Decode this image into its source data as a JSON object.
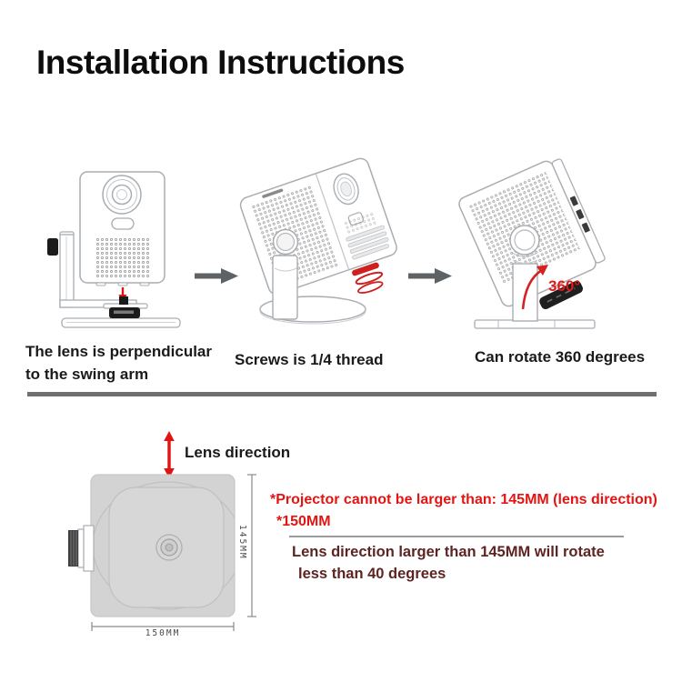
{
  "title": "Installation Instructions",
  "steps": [
    {
      "caption": "The lens is perpendicular\nto the swing arm"
    },
    {
      "caption": "Screws is 1/4 thread"
    },
    {
      "caption": "Can rotate 360 degrees",
      "rotate_label": "360°"
    }
  ],
  "diagram": {
    "lens_direction": "Lens direction",
    "height_mm": "145MM",
    "width_mm": "150MM"
  },
  "notes": {
    "warning_line1": "*Projector cannot be larger than: 145MM (lens direction)",
    "warning_line2": "*150MM",
    "note_line1": "Lens direction larger than 145MM will rotate",
    "note_line2": "less than 40 degrees"
  },
  "colors": {
    "accent_red": "#e41413",
    "dark_red": "#5d2422",
    "arrow_gray": "#5f6264",
    "divider_gray": "#6f6f6f",
    "lineart_gray": "#a9adb2"
  }
}
